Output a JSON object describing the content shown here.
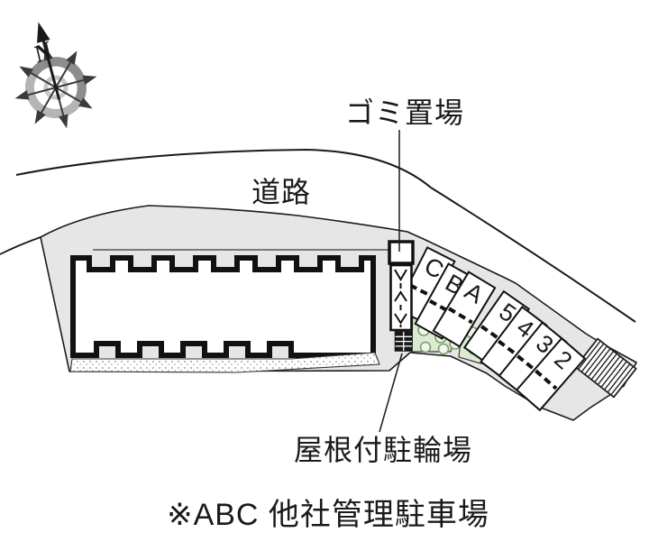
{
  "diagram": {
    "type": "site-plan",
    "labels": {
      "garbage": "ゴミ置場",
      "road": "道路",
      "bicycle": "屋根付駐輪場",
      "note": "※ABC 他社管理駐車場"
    },
    "compass": {
      "north_label": "N"
    },
    "parking": {
      "stalls": [
        "C",
        "B",
        "A",
        "5",
        "4",
        "3",
        "2"
      ]
    },
    "colors": {
      "parcel_gray": "#e6e6e6",
      "green_fill": "#dcead2",
      "green_circle_edge": "#7aa06a",
      "green_circle_fill": "#f2f7ee",
      "line_black": "#1a1a1a",
      "compass_ring": "#aeaeae"
    }
  }
}
